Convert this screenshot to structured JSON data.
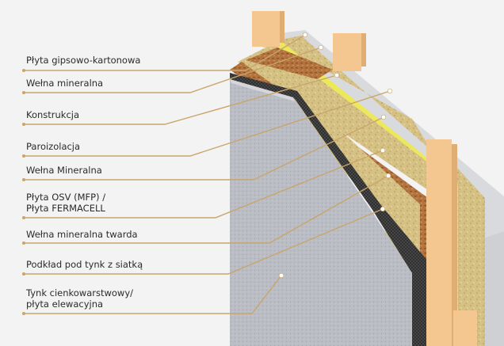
{
  "labels": [
    {
      "id": "plyta-gipsowo-kartonowa",
      "lines": [
        "Płyta gipsowo-kartonowa"
      ]
    },
    {
      "id": "welna-mineralna",
      "lines": [
        "Wełna mineralna"
      ]
    },
    {
      "id": "konstrukcja",
      "lines": [
        "Konstrukcja"
      ]
    },
    {
      "id": "paroizolacja",
      "lines": [
        "Paroizolacja"
      ]
    },
    {
      "id": "welna-mineralna-2",
      "lines": [
        "Wełna Mineralna"
      ]
    },
    {
      "id": "plyta-osv",
      "lines": [
        "Płyta OSV (MFP) /",
        "Płyta FERMACELL"
      ]
    },
    {
      "id": "welna-twarda",
      "lines": [
        "Wełna mineralna twarda"
      ]
    },
    {
      "id": "podklad",
      "lines": [
        "Podkład pod tynk z siatką"
      ]
    },
    {
      "id": "tynk",
      "lines": [
        "Tynk cienkowarstwowy/",
        "płyta elewacyjna"
      ]
    }
  ],
  "colors": {
    "leader": "#c9a56c",
    "stud": "#f2c58c",
    "insulation": "#d8c48a",
    "vapor_barrier": "#e8e65a",
    "osb": "#b5763e",
    "mesh": "#2a2a2a",
    "render": "#b9bcc3",
    "drywall": "#dfe0e3"
  }
}
